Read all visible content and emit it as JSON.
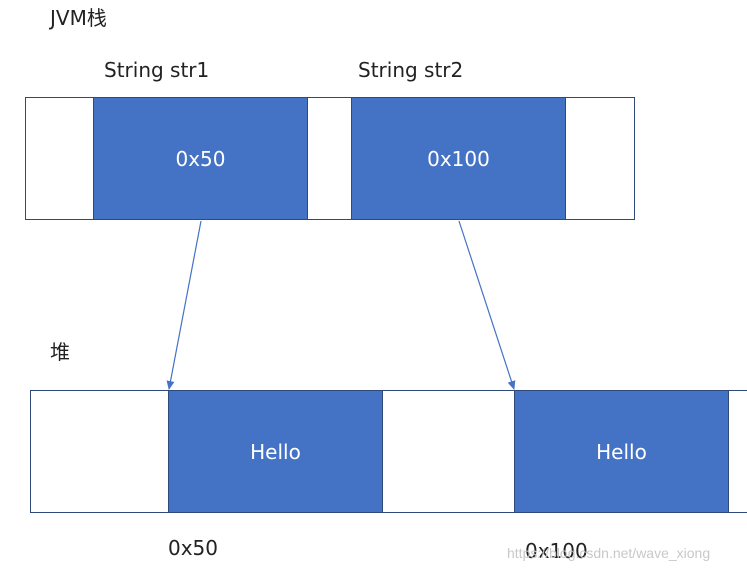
{
  "stack": {
    "title": "JVM栈",
    "var1_label": "String str1",
    "var2_label": "String str2",
    "cell1_value": "0x50",
    "cell2_value": "0x100"
  },
  "heap": {
    "title": "堆",
    "obj1_value": "Hello",
    "obj2_value": "Hello",
    "addr1_label": "0x50",
    "addr2_label": "0x100"
  },
  "watermark": "https://blog.csdn.net/wave_xiong",
  "colors": {
    "cell_fill": "#4472c4",
    "border": "#2f4a7a",
    "arrow": "#4472c4"
  }
}
